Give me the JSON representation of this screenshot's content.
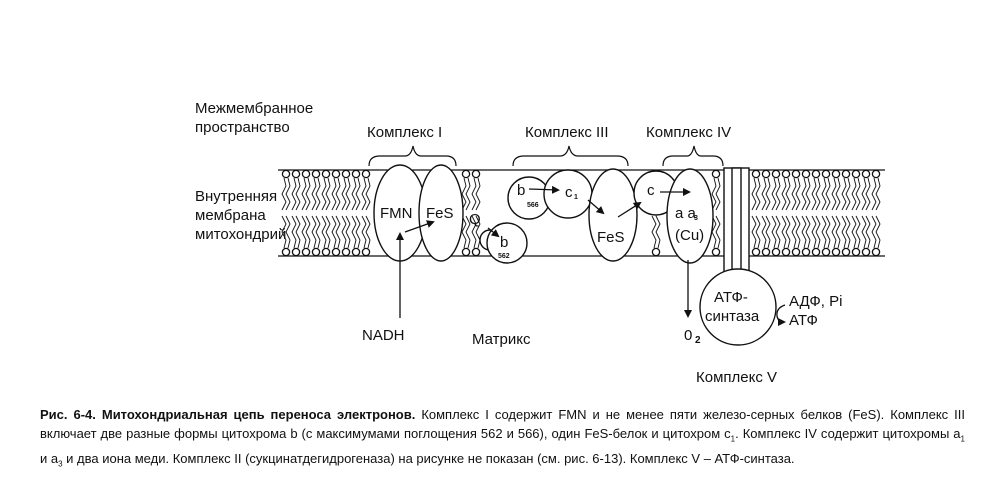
{
  "regions": {
    "intermembrane": [
      "Межмембранное",
      "пространство"
    ],
    "inner_membrane": [
      "Внутренняя",
      "мембрана",
      "митохондрий"
    ],
    "matrix": "Матрикс"
  },
  "complexes": {
    "c1": "Комплекс I",
    "c3": "Комплекс III",
    "c4": "Комплекс IV",
    "c5": "Комплекс V"
  },
  "components": {
    "fmn": "FMN",
    "fes1": "FeS",
    "q": "Q",
    "b566": "b",
    "b566_sub": "566",
    "b562": "b",
    "b562_sub": "562",
    "c1_letter": "c",
    "c1_sub": "1",
    "fes3": "FeS",
    "c_small": "c",
    "aa3_main": "a a",
    "aa3_sub": "3",
    "cu": "(Cu)",
    "atp_synthase": [
      "АТФ-",
      "синтаза"
    ]
  },
  "molecules": {
    "nadh": "NADH",
    "o2": "0",
    "o2_sub": "2",
    "adp": "АДФ, Pi",
    "atp": "АТФ"
  },
  "caption": {
    "title": "Рис. 6-4. Митохондриальная цепь переноса электронов.",
    "p1": " Комплекс I содержит FMN и не менее пяти железо-серных белков (FeS). Комплекс III включает две разные формы цитохрома b (с максимумами поглощения 562 и 566), один FeS-белок и цитохром c",
    "p1_sub": "1",
    "p2": ". Комплекс IV содержит цитохромы a",
    "p2_sub": "1",
    "p3": " и a",
    "p3_sub": "3",
    "p4": " и два иона меди. Комплекс II (сукцинатдегидрогеназа) на рисунке не показан (см. рис. 6-13). Комплекс V – АТФ-синтаза."
  }
}
